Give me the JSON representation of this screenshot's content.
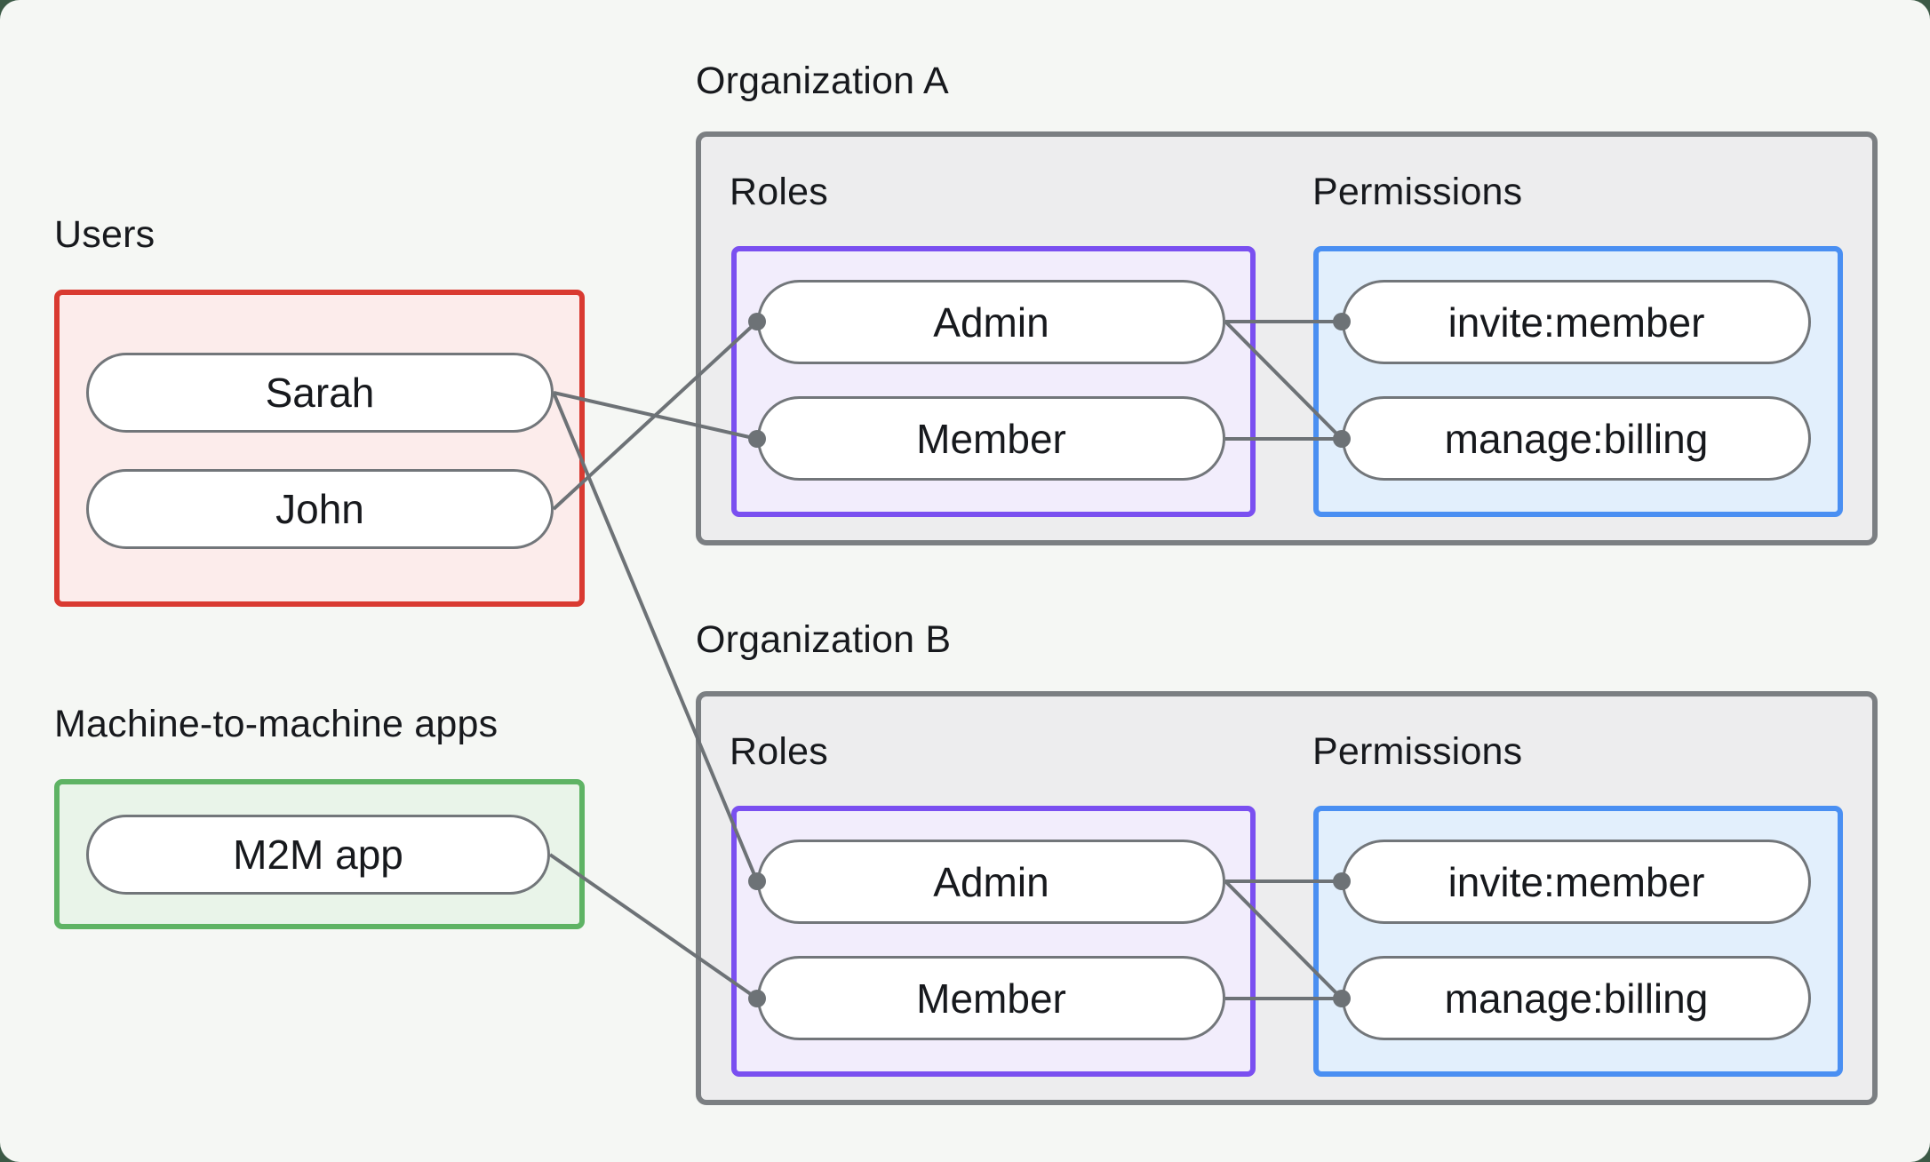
{
  "labels": {
    "users": "Users",
    "m2m": "Machine-to-machine apps",
    "org_a": "Organization A",
    "org_b": "Organization B",
    "roles": "Roles",
    "permissions": "Permissions"
  },
  "nodes": {
    "sarah": "Sarah",
    "john": "John",
    "m2m_app": "M2M app",
    "admin": "Admin",
    "member": "Member",
    "invite_member": "invite:member",
    "manage_billing": "manage:billing"
  },
  "edges": [
    {
      "from": "Sarah",
      "to": "Organization A / Member"
    },
    {
      "from": "John",
      "to": "Organization A / Admin"
    },
    {
      "from": "Sarah",
      "to": "Organization B / Admin"
    },
    {
      "from": "M2M app",
      "to": "Organization B / Member"
    },
    {
      "from": "Organization A / Admin",
      "to": "Organization A / invite:member"
    },
    {
      "from": "Organization A / Admin",
      "to": "Organization A / manage:billing"
    },
    {
      "from": "Organization A / Member",
      "to": "Organization A / manage:billing"
    },
    {
      "from": "Organization B / Admin",
      "to": "Organization B / invite:member"
    },
    {
      "from": "Organization B / Admin",
      "to": "Organization B / manage:billing"
    },
    {
      "from": "Organization B / Member",
      "to": "Organization B / manage:billing"
    }
  ],
  "colors": {
    "outer_bg": "#3c5a46",
    "panel_bg": "#f5f7f4",
    "users_border": "#d93a31",
    "users_fill": "#fceceb",
    "m2m_border": "#5eb364",
    "m2m_fill": "#e9f4e9",
    "org_border": "#7b7f82",
    "org_fill": "#ededee",
    "roles_border": "#7a4ff0",
    "roles_fill": "#f2edfc",
    "permissions_border": "#4a8ff2",
    "permissions_fill": "#e2effc",
    "node_border": "#72767a",
    "edge_line": "#6d7276",
    "text": "#17191d"
  }
}
